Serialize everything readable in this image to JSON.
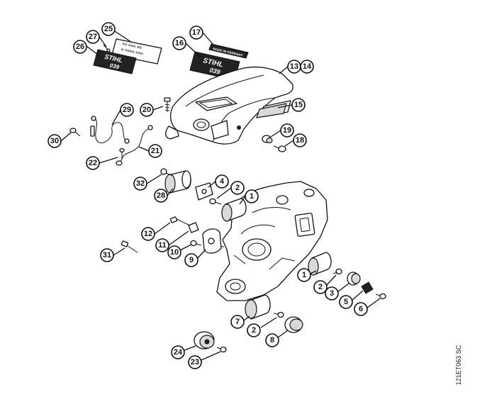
{
  "drawing_code": "121ET063 SC",
  "labels": {
    "plate_brand": "STIHL",
    "plate_model": "039",
    "plate_strip": "MADE IN GERMANY"
  },
  "callouts": [
    {
      "id": "c25",
      "label": "25"
    },
    {
      "id": "c27",
      "label": "27"
    },
    {
      "id": "c26",
      "label": "26"
    },
    {
      "id": "c17",
      "label": "17"
    },
    {
      "id": "c16",
      "label": "16"
    },
    {
      "id": "c13",
      "label": "13"
    },
    {
      "id": "c14",
      "label": "14"
    },
    {
      "id": "c15",
      "label": "15"
    },
    {
      "id": "c20",
      "label": "20"
    },
    {
      "id": "c29",
      "label": "29"
    },
    {
      "id": "c30",
      "label": "30"
    },
    {
      "id": "c19",
      "label": "19"
    },
    {
      "id": "c18",
      "label": "18"
    },
    {
      "id": "c21",
      "label": "21"
    },
    {
      "id": "c22",
      "label": "22"
    },
    {
      "id": "c32",
      "label": "32"
    },
    {
      "id": "c4",
      "label": "4"
    },
    {
      "id": "c2a",
      "label": "2"
    },
    {
      "id": "c28",
      "label": "28"
    },
    {
      "id": "c1a",
      "label": "1"
    },
    {
      "id": "c12",
      "label": "12"
    },
    {
      "id": "c11",
      "label": "11"
    },
    {
      "id": "c10",
      "label": "10"
    },
    {
      "id": "c9",
      "label": "9"
    },
    {
      "id": "c31",
      "label": "31"
    },
    {
      "id": "c1b",
      "label": "1"
    },
    {
      "id": "c2b",
      "label": "2"
    },
    {
      "id": "c3",
      "label": "3"
    },
    {
      "id": "c5",
      "label": "5"
    },
    {
      "id": "c6",
      "label": "6"
    },
    {
      "id": "c7",
      "label": "7"
    },
    {
      "id": "c2c",
      "label": "2"
    },
    {
      "id": "c8",
      "label": "8"
    },
    {
      "id": "c24",
      "label": "24"
    },
    {
      "id": "c23",
      "label": "23"
    }
  ]
}
